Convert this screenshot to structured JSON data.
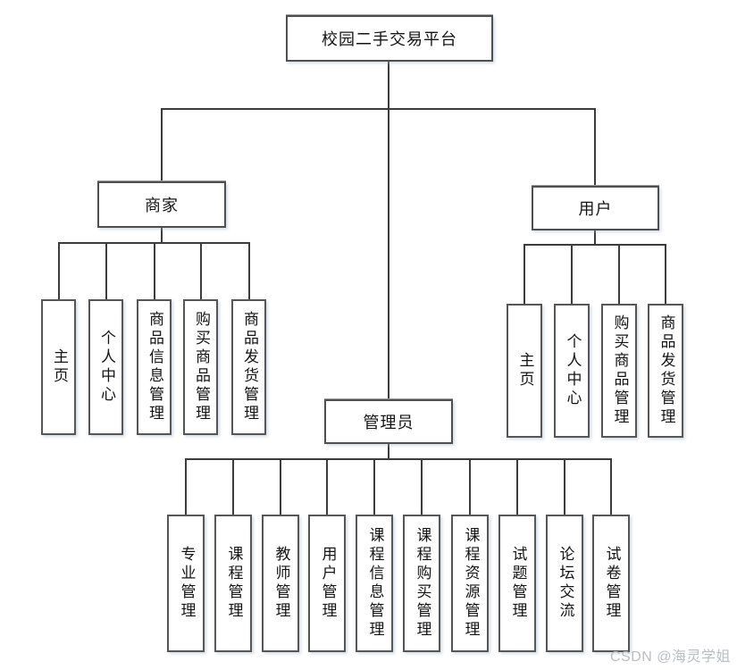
{
  "diagram": {
    "title": "校园二手交易平台",
    "root": {
      "label": "校园二手交易平台"
    },
    "branches": [
      {
        "label": "商家",
        "children": [
          {
            "label": "主页"
          },
          {
            "label": "个人中心"
          },
          {
            "label": "商品信息管理"
          },
          {
            "label": "购买商品管理"
          },
          {
            "label": "商品发货管理"
          }
        ]
      },
      {
        "label": "用户",
        "children": [
          {
            "label": "主页"
          },
          {
            "label": "个人中心"
          },
          {
            "label": "购买商品管理"
          },
          {
            "label": "商品发货管理"
          }
        ]
      },
      {
        "label": "管理员",
        "children": [
          {
            "label": "专业管理"
          },
          {
            "label": "课程管理"
          },
          {
            "label": "教师管理"
          },
          {
            "label": "用户管理"
          },
          {
            "label": "课程信息管理"
          },
          {
            "label": "课程购买管理"
          },
          {
            "label": "课程资源管理"
          },
          {
            "label": "试题管理"
          },
          {
            "label": "论坛交流"
          },
          {
            "label": "试卷管理"
          }
        ]
      }
    ]
  },
  "watermark": {
    "text": "CSDN @海灵学姐",
    "color": "#b9bec4"
  },
  "colors": {
    "line": "#3c3c3c",
    "box_border": "#4f4f4f",
    "box_background": "#ffffff",
    "text": "#141414"
  }
}
